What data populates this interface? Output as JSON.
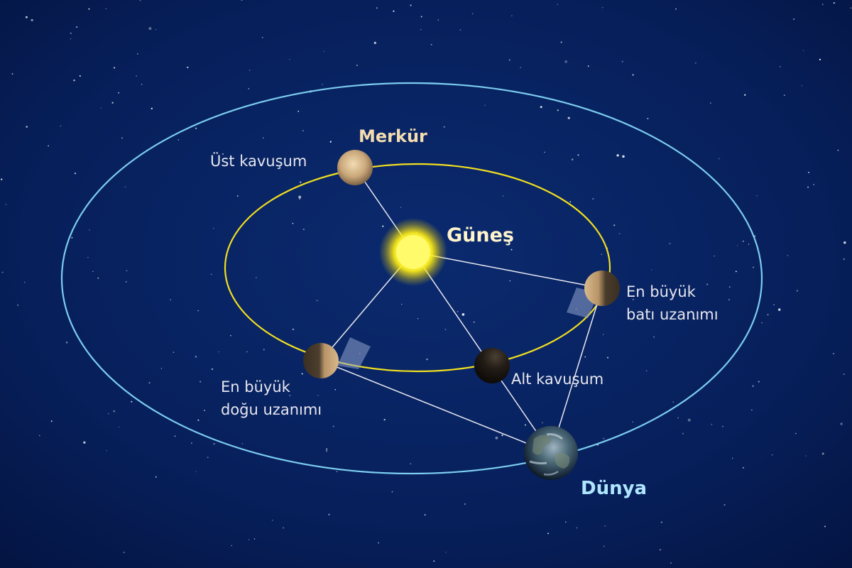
{
  "labels": {
    "sun": "Güneş",
    "mercury": "Merkür",
    "earth": "Dünya",
    "superior_conjunction": "Üst kavuşum",
    "inferior_conjunction": "Alt kavuşum",
    "western_elongation_line1": "En büyük",
    "western_elongation_line2": "batı uzanımı",
    "eastern_elongation_line1": "En büyük",
    "eastern_elongation_line2": "doğu uzanımı"
  },
  "colors": {
    "background": "#061a4f",
    "earth_orbit": "#7ccdf0",
    "mercury_orbit": "#f2df1e",
    "sight_lines": "#e8e8f0",
    "sun": "#fff23a",
    "mercury_label": "#f5ddb0",
    "earth_label": "#aee6ff"
  },
  "icons": {
    "sun": "sun-icon",
    "earth": "earth-planet-icon",
    "mercury": "mercury-planet-icon"
  }
}
